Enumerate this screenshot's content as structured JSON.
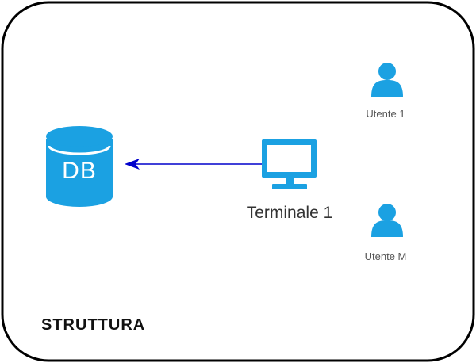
{
  "diagram": {
    "container_title": "STRUTTURA",
    "colors": {
      "icon_blue": "#1ba1e2",
      "connector_blue": "#0000cc",
      "border": "#000000"
    },
    "nodes": {
      "database": {
        "label": "DB",
        "icon": "database-cylinder-icon"
      },
      "terminal": {
        "label": "Terminale 1",
        "icon": "monitor-icon"
      },
      "user_1": {
        "label": "Utente 1",
        "icon": "user-icon"
      },
      "user_m": {
        "label": "Utente M",
        "icon": "user-icon"
      }
    },
    "edges": [
      {
        "from": "Terminale 1",
        "to": "DB",
        "arrow": "to-target"
      }
    ]
  }
}
